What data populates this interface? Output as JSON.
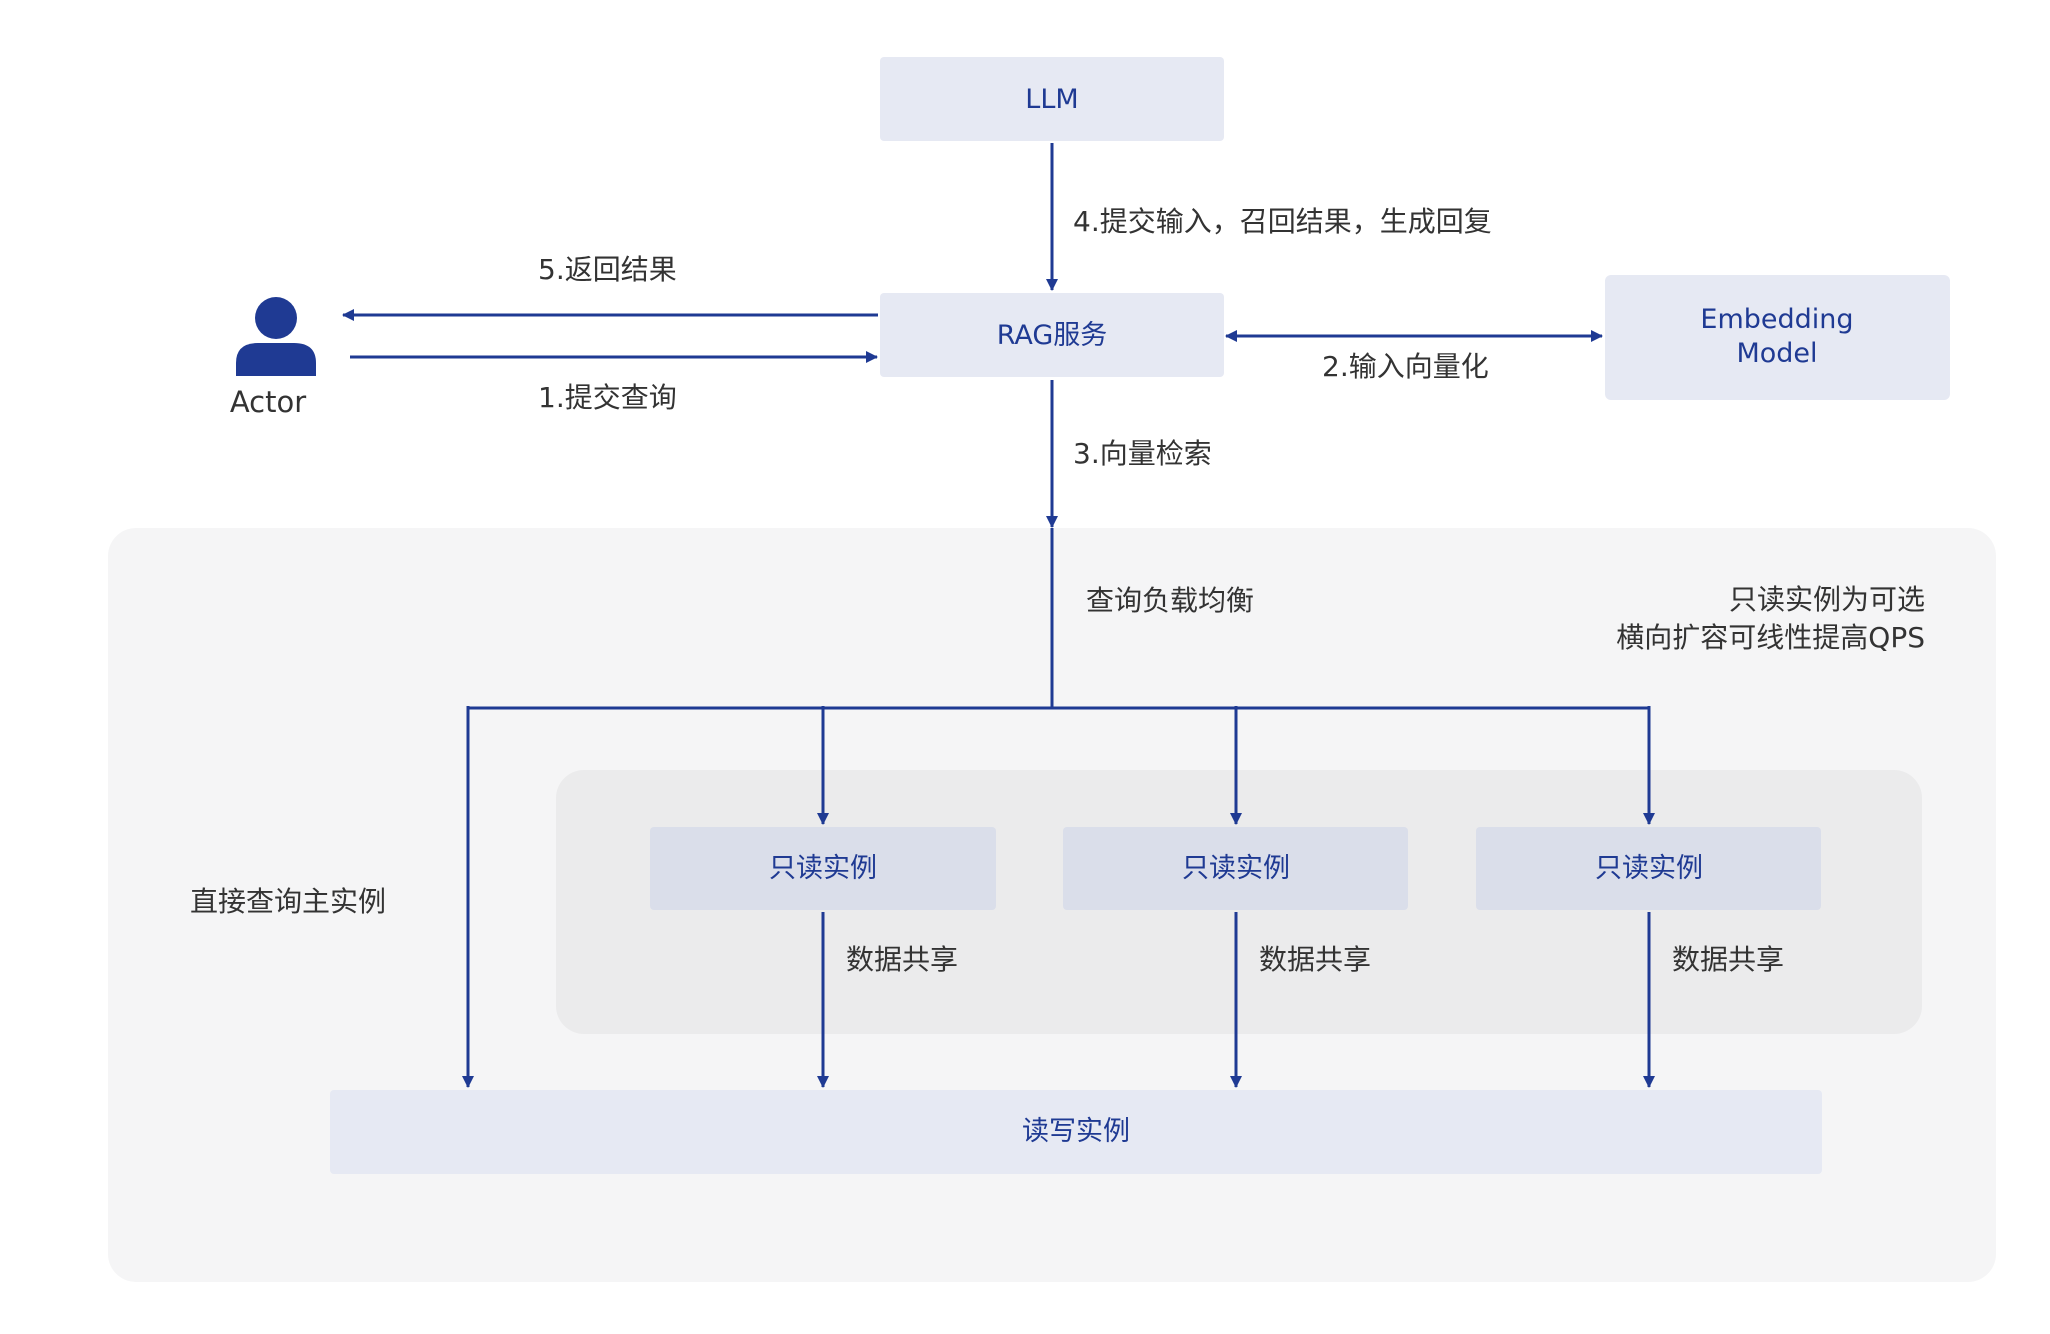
{
  "colors": {
    "primary": "#1f3a93",
    "node_fill": "#e6e9f3",
    "node_fill_dark": "#dadeea",
    "outer_panel": "#f5f5f6",
    "inner_panel": "#ebebec",
    "label_text": "#333333"
  },
  "nodes": {
    "llm": "LLM",
    "rag": "RAG服务",
    "embedding_line1": "Embedding",
    "embedding_line2": "Model",
    "actor": "Actor",
    "readonly_1": "只读实例",
    "readonly_2": "只读实例",
    "readonly_3": "只读实例",
    "readwrite": "读写实例"
  },
  "edges": {
    "submit_query": "1.提交查询",
    "vectorize": "2.输入向量化",
    "vector_search": "3.向量检索",
    "submit_llm": "4.提交输入，召回结果，生成回复",
    "return_result": "5.返回结果",
    "load_balance": "查询负载均衡",
    "direct_query": "直接查询主实例",
    "data_share_1": "数据共享",
    "data_share_2": "数据共享",
    "data_share_3": "数据共享"
  },
  "annotations": {
    "optional_line1": "只读实例为可选",
    "optional_line2": "横向扩容可线性提高QPS"
  },
  "icons": {
    "actor": "user-icon"
  }
}
